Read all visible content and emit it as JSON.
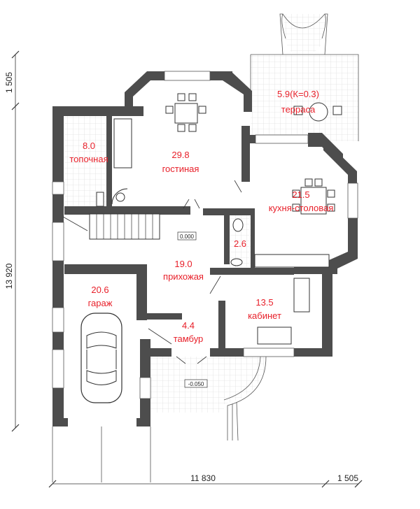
{
  "dimensions": {
    "bottom_main": "11 830",
    "bottom_side": "1 505",
    "left_main": "13 920",
    "left_top": "1 505"
  },
  "levels": {
    "hall": "0.000",
    "porch": "-0.050"
  },
  "rooms": {
    "boiler": {
      "area": "8.0",
      "name": "топочная"
    },
    "living": {
      "area": "29.8",
      "name": "гостиная"
    },
    "terrace": {
      "area": "5.9(К=0.3)",
      "name": "терраса"
    },
    "kitchen": {
      "area": "21.5",
      "name": "кухня-столовая"
    },
    "wc": {
      "area": "2.6"
    },
    "hall": {
      "area": "19.0",
      "name": "прихожая"
    },
    "garage": {
      "area": "20.6",
      "name": "гараж"
    },
    "study": {
      "area": "13.5",
      "name": "кабинет"
    },
    "vestibule": {
      "area": "4.4",
      "name": "тамбур"
    }
  }
}
